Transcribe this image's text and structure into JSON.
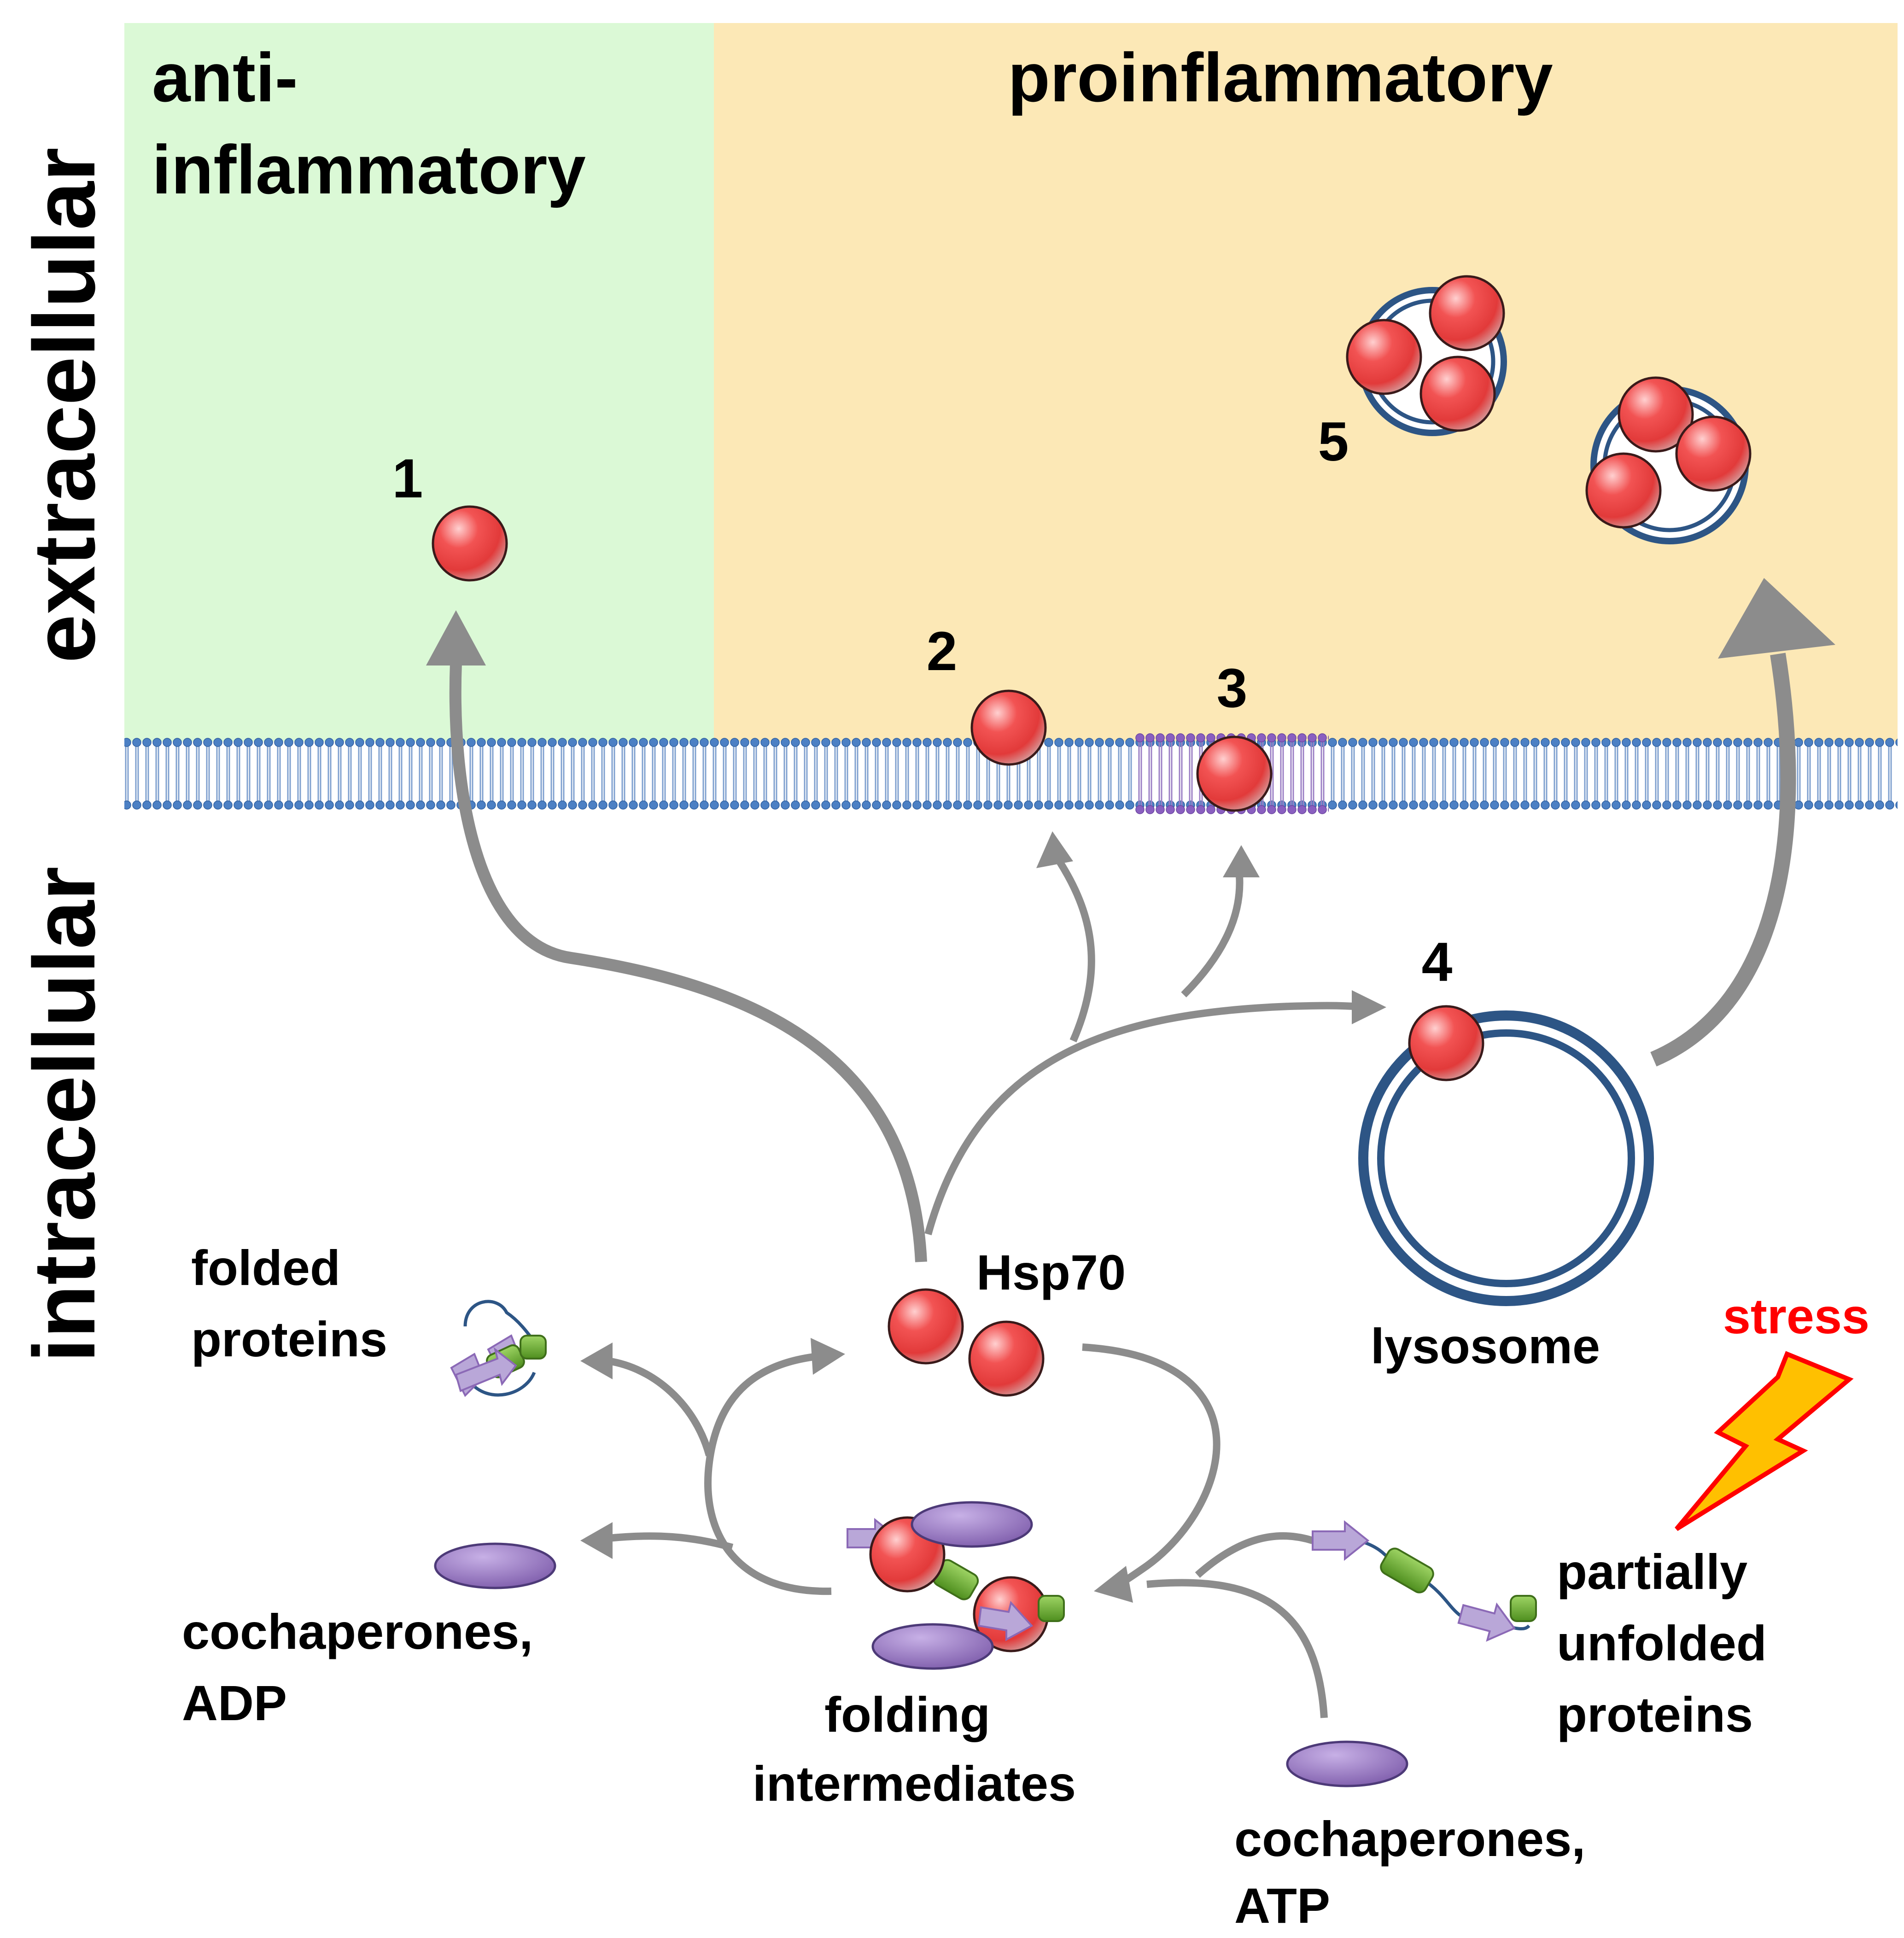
{
  "regions": {
    "anti_line1": "anti-",
    "anti_line2": "inflammatory",
    "pro": "proinflammatory"
  },
  "compartments": {
    "extracellular": "extracellular",
    "intracellular": "intracellular"
  },
  "numbers": [
    "1",
    "2",
    "3",
    "4",
    "5"
  ],
  "labels": {
    "hsp70": "Hsp70",
    "lysosome": "lysosome",
    "stress": "stress",
    "folded_1": "folded",
    "folded_2": "proteins",
    "coch_adp_1": "cochaperones,",
    "coch_adp_2": "ADP",
    "folding_1": "folding",
    "folding_2": "intermediates",
    "coch_atp_1": "cochaperones,",
    "coch_atp_2": "ATP",
    "partial_1": "partially",
    "partial_2": "unfolded",
    "partial_3": "proteins"
  },
  "colors": {
    "anti_bg": "#dbf9d6",
    "pro_bg": "#fce8b6",
    "hsp70_red": "#f04040",
    "membrane_blue": "#3f6fb3",
    "lysosome_navy": "#2d5585",
    "cochaperone_purple": "#8b69b6",
    "arrow_gray": "#8c8c8c",
    "stress_red": "#ff0000",
    "bolt_yellow": "#ffc000"
  }
}
